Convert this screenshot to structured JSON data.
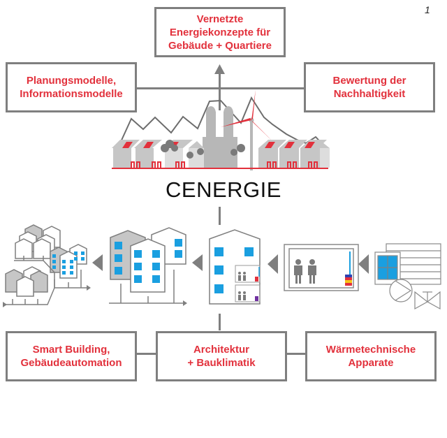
{
  "page_number": "1",
  "title": "CENERGIE",
  "top_box": {
    "label": "Vernetzte\nEnergiekonzepte für\nGebäude + Quartiere"
  },
  "upper_left_box": {
    "label": "Planungsmodelle,\nInformationsmodelle"
  },
  "upper_right_box": {
    "label": "Bewertung der\nNachhaltigkeit"
  },
  "bottom_boxes": [
    {
      "label": "Smart Building,\nGebäudeautomation"
    },
    {
      "label": "Architektur\n+ Bauklimatik"
    },
    {
      "label": "Wärmetechnische\nApparate"
    }
  ],
  "scale_chain": [
    "quarter-district",
    "building-group",
    "building",
    "room",
    "heating-apparatus"
  ],
  "colors": {
    "accent_red": "#e2313c",
    "frame_gray": "#7f7f7f",
    "window_blue": "#1a9fe0",
    "fill_gray": "#bdbdbd"
  }
}
